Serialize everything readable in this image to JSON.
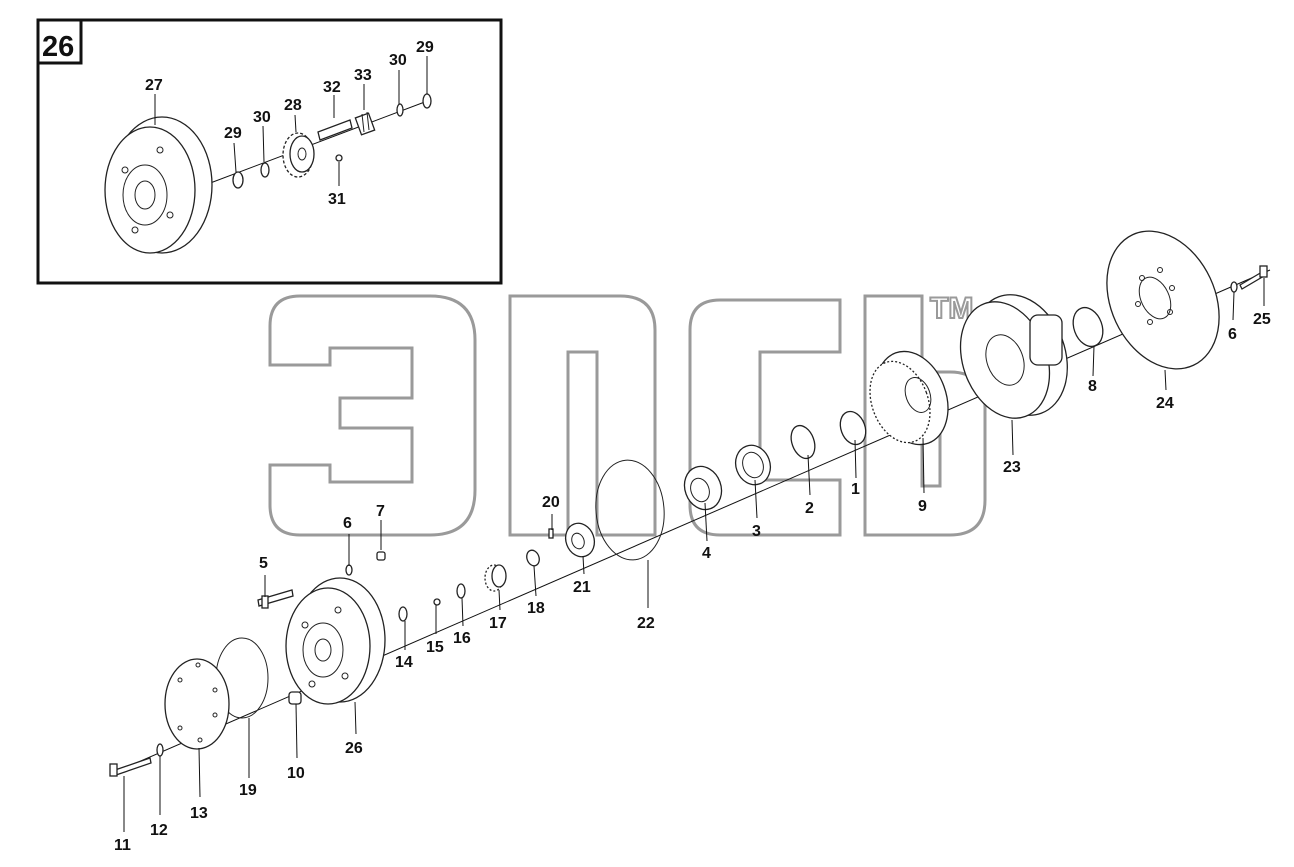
{
  "inset": {
    "label": "26"
  },
  "watermark": {
    "tm": "TM"
  },
  "callouts": [
    {
      "key": "p27",
      "text": "27"
    },
    {
      "key": "p29a",
      "text": "29"
    },
    {
      "key": "p30a",
      "text": "30"
    },
    {
      "key": "p28",
      "text": "28"
    },
    {
      "key": "p32",
      "text": "32"
    },
    {
      "key": "p33",
      "text": "33"
    },
    {
      "key": "p30b",
      "text": "30"
    },
    {
      "key": "p29b",
      "text": "29"
    },
    {
      "key": "p31",
      "text": "31"
    },
    {
      "key": "p1",
      "text": "1"
    },
    {
      "key": "p2",
      "text": "2"
    },
    {
      "key": "p3",
      "text": "3"
    },
    {
      "key": "p4",
      "text": "4"
    },
    {
      "key": "p5",
      "text": "5"
    },
    {
      "key": "p6a",
      "text": "6"
    },
    {
      "key": "p6b",
      "text": "6"
    },
    {
      "key": "p7",
      "text": "7"
    },
    {
      "key": "p8",
      "text": "8"
    },
    {
      "key": "p9",
      "text": "9"
    },
    {
      "key": "p10",
      "text": "10"
    },
    {
      "key": "p11",
      "text": "11"
    },
    {
      "key": "p12",
      "text": "12"
    },
    {
      "key": "p13",
      "text": "13"
    },
    {
      "key": "p14",
      "text": "14"
    },
    {
      "key": "p15",
      "text": "15"
    },
    {
      "key": "p16",
      "text": "16"
    },
    {
      "key": "p17",
      "text": "17"
    },
    {
      "key": "p18",
      "text": "18"
    },
    {
      "key": "p19",
      "text": "19"
    },
    {
      "key": "p20",
      "text": "20"
    },
    {
      "key": "p21",
      "text": "21"
    },
    {
      "key": "p22",
      "text": "22"
    },
    {
      "key": "p23",
      "text": "23"
    },
    {
      "key": "p24",
      "text": "24"
    },
    {
      "key": "p25",
      "text": "25"
    },
    {
      "key": "p26",
      "text": "26"
    }
  ]
}
